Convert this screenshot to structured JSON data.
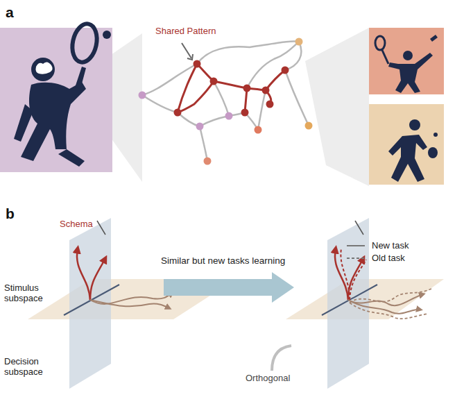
{
  "diagram": {
    "labels": [
      "a",
      "Shared Pattern",
      "b",
      "Schema",
      "Similar but new tasks learning",
      "Stimulus subspace",
      "Decision subspace",
      "Orthogonal"
    ],
    "legend": [
      {
        "text": "New task"
      },
      {
        "text": "Old task"
      }
    ]
  }
}
